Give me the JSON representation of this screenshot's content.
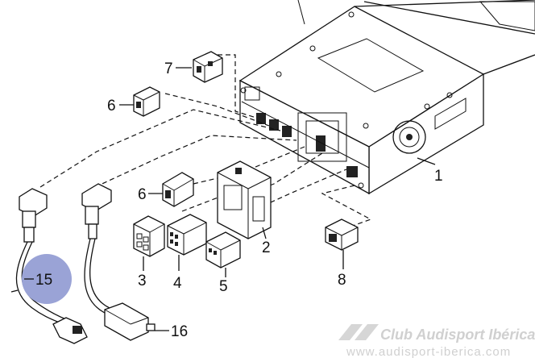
{
  "callouts": [
    {
      "id": "1",
      "label": "1"
    },
    {
      "id": "2",
      "label": "2"
    },
    {
      "id": "3",
      "label": "3"
    },
    {
      "id": "4",
      "label": "4"
    },
    {
      "id": "5",
      "label": "5"
    },
    {
      "id": "6a",
      "label": "6"
    },
    {
      "id": "6b",
      "label": "6"
    },
    {
      "id": "7",
      "label": "7"
    },
    {
      "id": "8",
      "label": "8"
    },
    {
      "id": "15",
      "label": "15",
      "highlighted": true
    },
    {
      "id": "16",
      "label": "16"
    }
  ],
  "highlight_color": "#9aa3d6",
  "watermark": {
    "title": "Club Audisport Ibérica",
    "url": "www.audisport-iberica.com"
  }
}
